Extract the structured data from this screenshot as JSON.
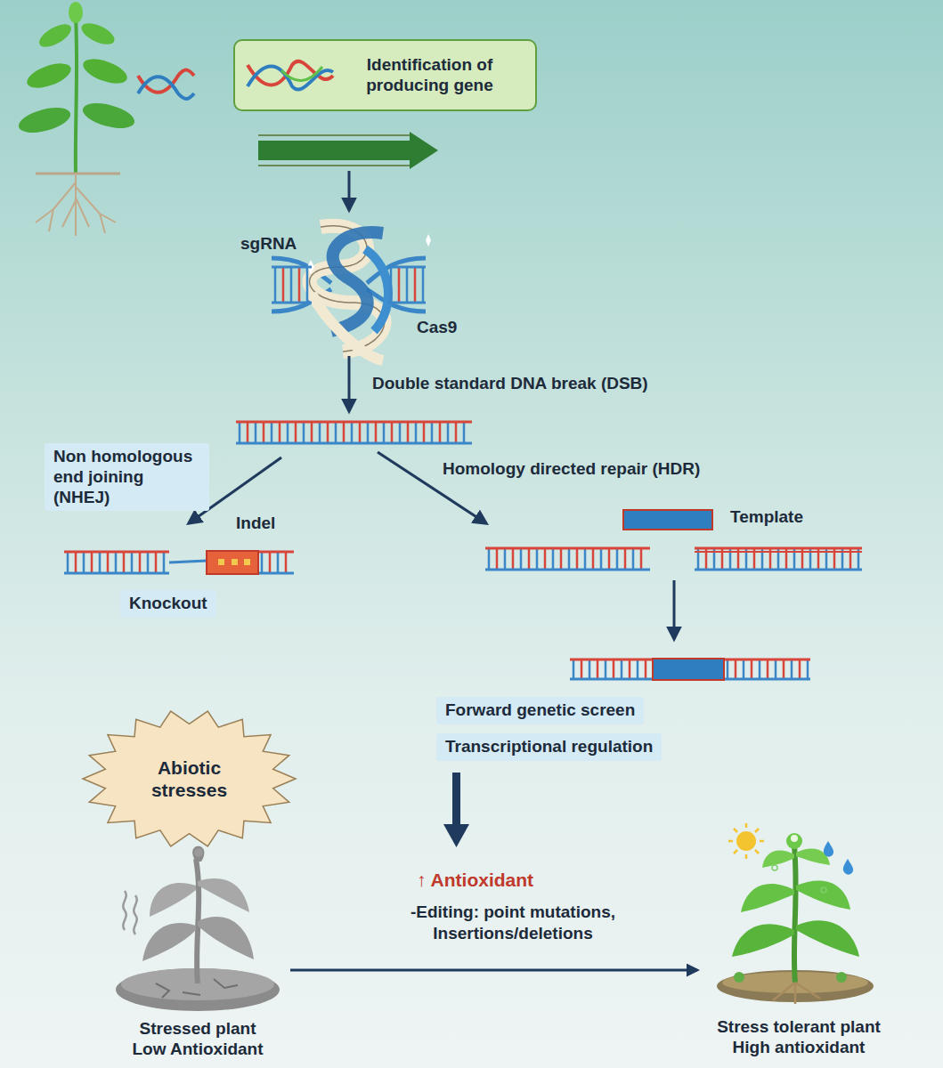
{
  "diagram": {
    "nodes": [
      {
        "text": [
          "Identification of producing gene"
        ]
      },
      {
        "text": [
          "Non homologous end joining (NHEJ)"
        ]
      },
      {
        "text": [
          "Knockout"
        ]
      },
      {
        "text": [
          "Forward genetic screen"
        ]
      },
      {
        "text": [
          "Transcriptional regulation"
        ]
      },
      {
        "text": [
          "Abiotic stresses"
        ]
      },
      {
        "text": [
          "Stressed plant",
          "Low Antioxidant"
        ]
      },
      {
        "text": [
          "Stress tolerant plant",
          "High antioxidant"
        ]
      }
    ],
    "edges": [
      {
        "from": 6,
        "to": 7,
        "arrow": "to"
      }
    ],
    "labels": [
      "sgRNA",
      "Cas9",
      "Double standard DNA break (DSB)",
      "Homology directed repair (HDR)",
      "Indel",
      "Template",
      "↑ Antioxidant",
      "-Editing: point mutations, Insertions/deletions"
    ]
  }
}
